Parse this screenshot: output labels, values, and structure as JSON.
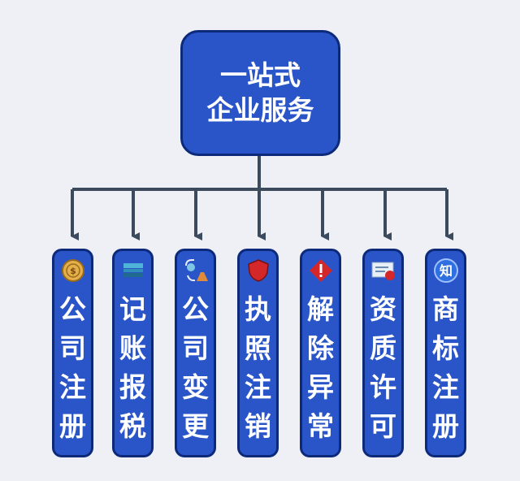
{
  "root": {
    "line1": "一站式",
    "line2": "企业服务"
  },
  "services": [
    {
      "label": "公司注册",
      "icon": "coin-icon"
    },
    {
      "label": "记账报税",
      "icon": "ledger-icon"
    },
    {
      "label": "公司变更",
      "icon": "change-icon"
    },
    {
      "label": "执照注销",
      "icon": "shield-icon"
    },
    {
      "label": "解除异常",
      "icon": "alert-icon"
    },
    {
      "label": "资质许可",
      "icon": "certificate-icon"
    },
    {
      "label": "商标注册",
      "icon": "zhi-icon"
    }
  ],
  "icon_text": {
    "zhi": "知"
  },
  "colors": {
    "box": "#2a55c8",
    "border": "#0d2a7a",
    "line": "#3b4a5c",
    "background": "#eef0f5"
  }
}
